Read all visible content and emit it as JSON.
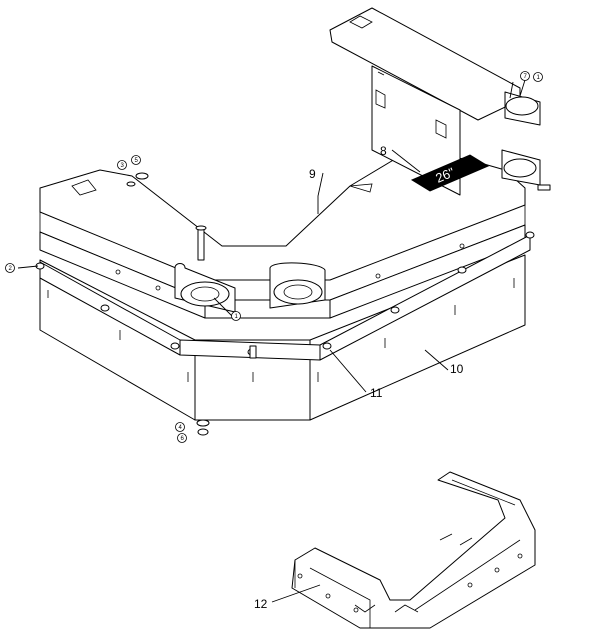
{
  "diagram": {
    "callouts": [
      {
        "id": "8",
        "label": "8"
      },
      {
        "id": "9",
        "label": "9"
      },
      {
        "id": "10",
        "label": "10"
      },
      {
        "id": "11",
        "label": "11"
      },
      {
        "id": "12",
        "label": "12"
      }
    ],
    "small_callouts": [
      {
        "id": "c1",
        "label": "1"
      },
      {
        "id": "c2",
        "label": "2"
      },
      {
        "id": "c3",
        "label": "3"
      },
      {
        "id": "c4",
        "label": "4"
      },
      {
        "id": "c5",
        "label": "5"
      },
      {
        "id": "c6",
        "label": "6"
      },
      {
        "id": "c7",
        "label": "7"
      },
      {
        "id": "c8",
        "label": "1"
      },
      {
        "id": "c9",
        "label": "1"
      }
    ],
    "plate_text": "26\""
  }
}
